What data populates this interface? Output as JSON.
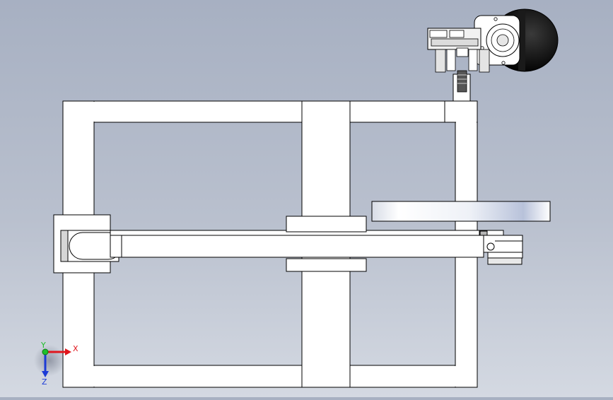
{
  "viewport": {
    "background_top": "#a7b0c2",
    "background_bottom": "#d4d9e2",
    "part_fill": "#ffffff",
    "edge_color": "#000000"
  },
  "triad": {
    "x_label": "X",
    "y_label": "Y",
    "z_label": "Z",
    "x_color": "#e0161d",
    "y_color": "#1fbf2a",
    "z_color": "#1c3bd6"
  },
  "parts": {
    "motor_body_color": "#111111",
    "bracket_fill": "#ffffff"
  }
}
